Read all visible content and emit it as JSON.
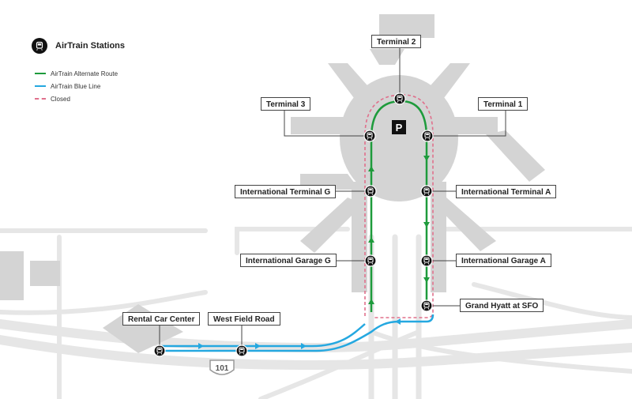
{
  "legend": {
    "title": "AirTrain Stations",
    "items": [
      {
        "label": "AirTrain Alternate Route",
        "color": "#1e9b3c",
        "style": "solid"
      },
      {
        "label": "AirTrain Blue Line",
        "color": "#25a8e0",
        "style": "solid"
      },
      {
        "label": "Closed",
        "color": "#e0708c",
        "style": "dashed"
      }
    ]
  },
  "stations": [
    {
      "id": "terminal-2",
      "name": "Terminal 2"
    },
    {
      "id": "terminal-3",
      "name": "Terminal 3"
    },
    {
      "id": "terminal-1",
      "name": "Terminal 1"
    },
    {
      "id": "intl-terminal-g",
      "name": "International Terminal G"
    },
    {
      "id": "intl-terminal-a",
      "name": "International Terminal A"
    },
    {
      "id": "intl-garage-g",
      "name": "International Garage G"
    },
    {
      "id": "intl-garage-a",
      "name": "International Garage A"
    },
    {
      "id": "grand-hyatt",
      "name": "Grand Hyatt at SFO"
    },
    {
      "id": "rental-car-center",
      "name": "Rental Car Center"
    },
    {
      "id": "west-field-road",
      "name": "West Field Road"
    }
  ],
  "parking_symbol": "P",
  "highway_shield": "101",
  "colors": {
    "background": "#ffffff",
    "roads": "#e6e6e6",
    "buildings": "#d4d4d4",
    "station": "#111111",
    "alternate_route": "#1e9b3c",
    "blue_line": "#25a8e0",
    "closed": "#e0708c"
  }
}
